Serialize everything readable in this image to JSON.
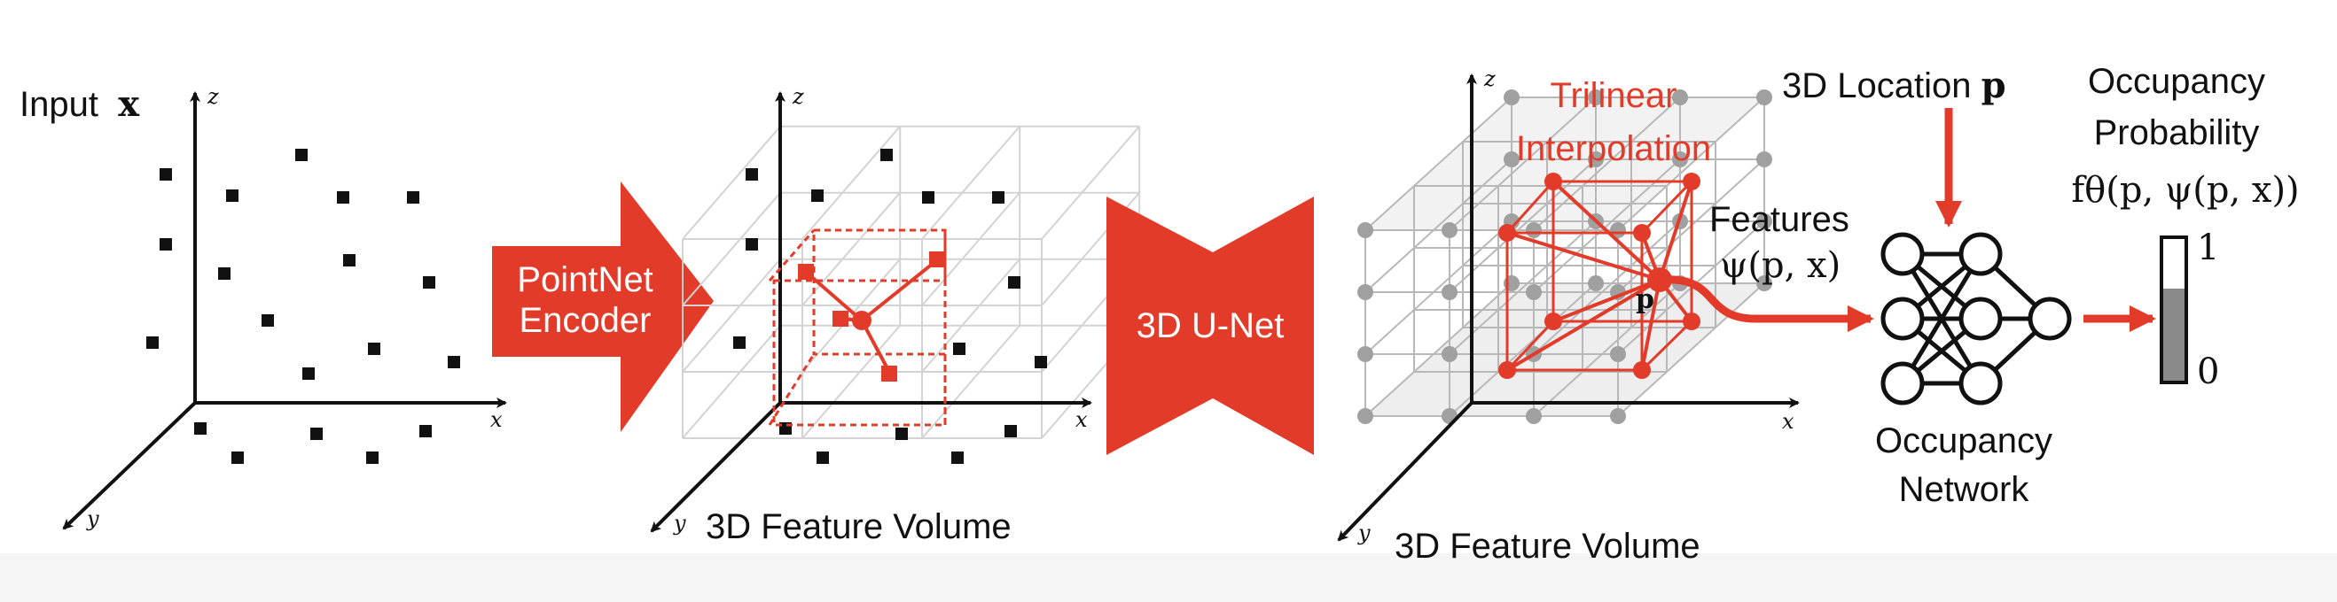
{
  "panel1": {
    "title": "Input",
    "title_symbol": "x",
    "axes": {
      "z": "z",
      "x": "x",
      "y": "y"
    }
  },
  "encoder": {
    "line1": "PointNet",
    "line2": "Encoder"
  },
  "panel2": {
    "caption": "3D Feature Volume",
    "axes": {
      "z": "z",
      "x": "x",
      "y": "y"
    }
  },
  "unet": {
    "label": "3D U-Net"
  },
  "panel3": {
    "interp_line1": "Trilinear",
    "interp_line2": "Interpolation",
    "point_label": "p",
    "caption": "3D Feature Volume",
    "axes": {
      "z": "z",
      "x": "x",
      "y": "y"
    }
  },
  "features": {
    "label": "Features",
    "formula": "ψ(p, x)"
  },
  "location": {
    "label": "3D Location",
    "symbol": "p"
  },
  "network": {
    "line1": "Occupancy",
    "line2": "Network"
  },
  "output": {
    "line1": "Occupancy",
    "line2": "Probability",
    "formula": "fθ(p, ψ(p, x))",
    "bar_max": "1",
    "bar_min": "0",
    "fill_fraction": 0.65
  },
  "colors": {
    "accent": "#e23b2a",
    "ink": "#111111",
    "grid": "#cfcfcf",
    "node_gray": "#a0a0a0"
  }
}
